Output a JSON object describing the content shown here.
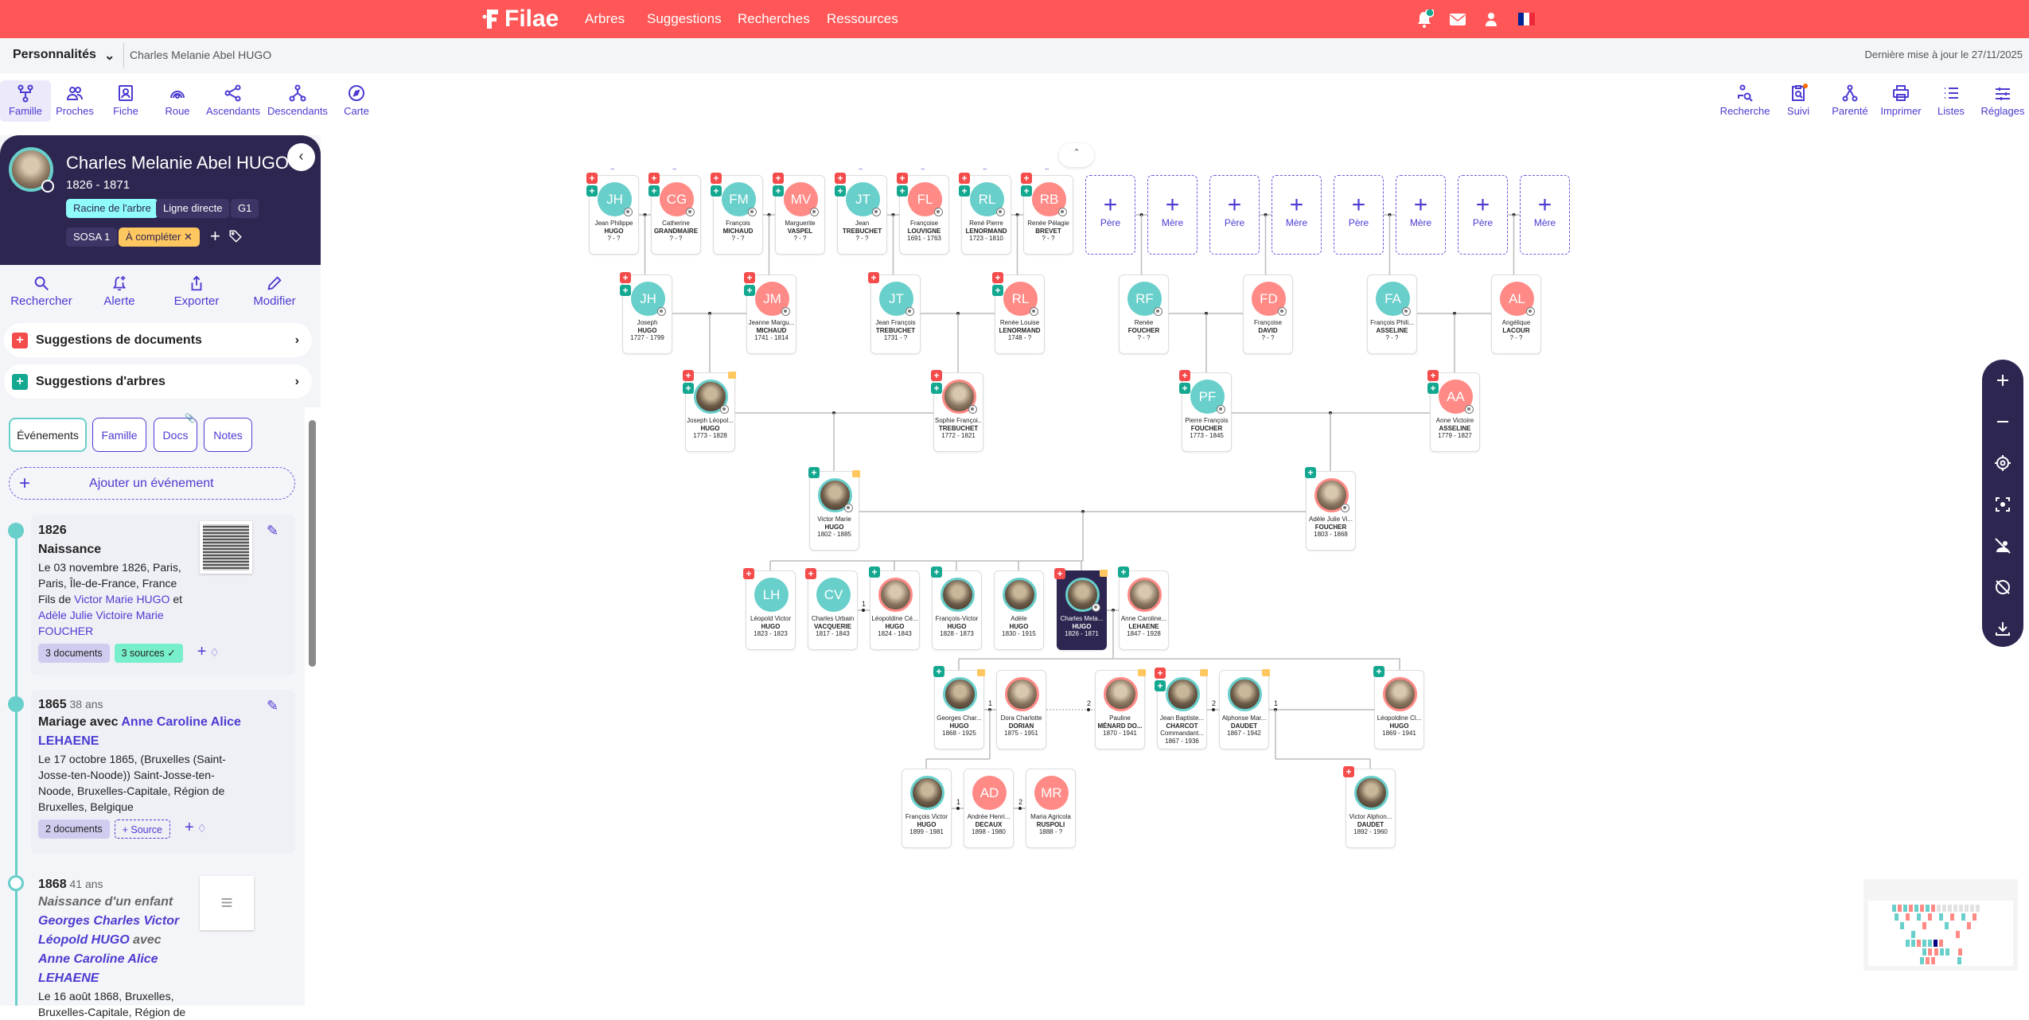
{
  "app": {
    "logo": "Filae",
    "nav": [
      "Arbres",
      "Suggestions",
      "Recherches",
      "Ressources"
    ],
    "icons": [
      "bell-icon",
      "mail-icon",
      "user-icon",
      "flag-fr-icon"
    ]
  },
  "breadcrumb": {
    "tree_name": "Personnalités",
    "person": "Charles Melanie Abel HUGO",
    "updated": "Dernière mise à jour le 27/11/2025"
  },
  "toolbar": {
    "left": [
      "Famille",
      "Proches",
      "Fiche",
      "Roue",
      "Ascendants",
      "Descendants",
      "Carte"
    ],
    "right": [
      "Recherche",
      "Suivi",
      "Parenté",
      "Imprimer",
      "Listes",
      "Réglages"
    ]
  },
  "panel": {
    "name": "Charles Melanie Abel HUGO",
    "dates": "1826 - 1871",
    "chips": [
      "Racine de l'arbre",
      "Ligne directe",
      "G1",
      "SOSA 1",
      "À compléter"
    ],
    "actions": [
      "Rechercher",
      "Alerte",
      "Exporter",
      "Modifier"
    ],
    "suggestions": [
      "Suggestions de documents",
      "Suggestions d'arbres"
    ],
    "tabs": [
      "Événements",
      "Famille",
      "Docs",
      "Notes"
    ],
    "add_event": "Ajouter un événement",
    "events": [
      {
        "year": "1826",
        "title": "Naissance",
        "place": "Le 03 novembre 1826, Paris, Paris, Île-de-France, France",
        "parents_prefix": "Fils de",
        "father": "Victor Marie HUGO",
        "and": "et",
        "mother": "Adèle Julie Victoire Marie FOUCHER",
        "docs": "3 documents",
        "sources": "3 sources"
      },
      {
        "year": "1865",
        "age": "38 ans",
        "title": "Mariage avec",
        "spouse": "Anne Caroline Alice LEHAENE",
        "place": "Le 17 octobre 1865, (Bruxelles (Saint-Josse-ten-Noode)) Saint-Josse-ten-Noode, Bruxelles-Capitale, Région de Bruxelles, Belgique",
        "docs": "2 documents",
        "source_btn": "Source"
      },
      {
        "year": "1868",
        "age": "41 ans",
        "title": "Naissance d'un enfant",
        "child": "Georges Charles Victor Léopold HUGO",
        "with": "avec",
        "spouse": "Anne Caroline Alice LEHAENE",
        "place": "Le 16 août 1868, Bruxelles, Bruxelles-Capitale, Région de"
      }
    ]
  },
  "tree": {
    "placeholders": [
      "Père",
      "Mère",
      "Père",
      "Mère",
      "Père",
      "Mère",
      "Père",
      "Mère"
    ],
    "union_labels": [
      "1",
      "1",
      "2",
      "2",
      "1",
      "1",
      "2"
    ],
    "more": "...",
    "people": [
      {
        "ini": "JH",
        "first": "Jean Philippe",
        "last": "HUGO",
        "dates": "? - ?",
        "g": "m",
        "b": "rt",
        "tg": 1
      },
      {
        "ini": "CG",
        "first": "Catherine",
        "last": "GRANDMAIRE",
        "dates": "? - ?",
        "g": "f",
        "b": "rt",
        "tg": 1
      },
      {
        "ini": "FM",
        "first": "François",
        "last": "MICHAUD",
        "dates": "? - ?",
        "g": "m",
        "b": "rt",
        "tg": 1
      },
      {
        "ini": "MV",
        "first": "Marguerite",
        "last": "VASPEL",
        "dates": "? - ?",
        "g": "f",
        "b": "rt",
        "tg": 1
      },
      {
        "ini": "JT",
        "first": "Jean",
        "last": "TREBUCHET",
        "dates": "? - ?",
        "g": "m",
        "b": "rt",
        "tg": 1
      },
      {
        "ini": "FL",
        "first": "Françoise",
        "last": "LOUVIGNE",
        "dates": "1691 - 1763",
        "g": "f",
        "b": "rt",
        "tg": 1
      },
      {
        "ini": "RL",
        "first": "René Pierre",
        "last": "LENORMAND",
        "dates": "1723 - 1810",
        "g": "m",
        "b": "rt",
        "tg": 1
      },
      {
        "ini": "RB",
        "first": "Renée Pélagie",
        "last": "BREVET",
        "dates": "? - ?",
        "g": "f",
        "b": "rt",
        "tg": 1
      },
      {
        "ini": "JH",
        "first": "Joseph",
        "last": "HUGO",
        "dates": "1727 - 1799",
        "g": "m",
        "b": "rt",
        "tg": 1
      },
      {
        "ini": "JM",
        "first": "Jeanne Margu...",
        "last": "MICHAUD",
        "dates": "1741 - 1814",
        "g": "f",
        "b": "rt",
        "tg": 1
      },
      {
        "ini": "JT",
        "first": "Jean François",
        "last": "TREBUCHET",
        "dates": "1731 - ?",
        "g": "m",
        "b": "r",
        "tg": 1
      },
      {
        "ini": "RL",
        "first": "Renée Louise",
        "last": "LENORMAND",
        "dates": "1748 - ?",
        "g": "f",
        "b": "rt",
        "tg": 1
      },
      {
        "ini": "RF",
        "first": "Renée",
        "last": "FOUCHER",
        "dates": "? - ?",
        "g": "m",
        "b": "",
        "tg": 1
      },
      {
        "ini": "FD",
        "first": "Françoise",
        "last": "DAVID",
        "dates": "? - ?",
        "g": "f",
        "b": "",
        "tg": 1
      },
      {
        "ini": "FA",
        "first": "François Phili...",
        "last": "ASSELINE",
        "dates": "? - ?",
        "g": "m",
        "b": "",
        "tg": 1
      },
      {
        "ini": "AL",
        "first": "Angélique",
        "last": "LACOUR",
        "dates": "? - ?",
        "g": "f",
        "b": "",
        "tg": 1
      },
      {
        "ini": "",
        "first": "Joseph Léopol...",
        "last": "HUGO",
        "dates": "1773 - 1828",
        "g": "m",
        "b": "rty",
        "tg": 1
      },
      {
        "ini": "",
        "first": "Sophie Françoi...",
        "last": "TREBUCHET",
        "dates": "1772 - 1821",
        "g": "f",
        "b": "rt",
        "tg": 1
      },
      {
        "ini": "PF",
        "first": "Pierre François",
        "last": "FOUCHER",
        "dates": "1773 - 1845",
        "g": "m",
        "b": "rt",
        "tg": 1
      },
      {
        "ini": "AA",
        "first": "Anne Victoire",
        "last": "ASSELINE",
        "dates": "1779 - 1827",
        "g": "f",
        "b": "rt",
        "tg": 1
      },
      {
        "ini": "",
        "first": "Victor Marie",
        "last": "HUGO",
        "dates": "1802 - 1885",
        "g": "m",
        "b": "ty",
        "tg": 1
      },
      {
        "ini": "",
        "first": "Adèle Julie Vi...",
        "last": "FOUCHER",
        "dates": "1803 - 1868",
        "g": "f",
        "b": "t",
        "tg": 1
      },
      {
        "ini": "LH",
        "first": "Léopold Victor",
        "last": "HUGO",
        "dates": "1823 - 1823",
        "g": "m",
        "b": "r",
        "tg": 0
      },
      {
        "ini": "CV",
        "first": "Charles Urbain",
        "last": "VACQUERIE",
        "dates": "1817 - 1843",
        "g": "m",
        "b": "r",
        "tg": 0
      },
      {
        "ini": "",
        "first": "Léopoldine Cé...",
        "last": "HUGO",
        "dates": "1824 - 1843",
        "g": "f",
        "b": "t",
        "tg": 0
      },
      {
        "ini": "",
        "first": "François-Victor",
        "last": "HUGO",
        "dates": "1828 - 1873",
        "g": "m",
        "b": "t",
        "tg": 0
      },
      {
        "ini": "",
        "first": "Adèle",
        "last": "HUGO",
        "dates": "1830 - 1915",
        "g": "m",
        "b": "",
        "tg": 0
      },
      {
        "ini": "",
        "first": "Charles Mela...",
        "last": "HUGO",
        "dates": "1826 - 1871",
        "g": "m",
        "b": "ry",
        "tg": 1,
        "sel": 1
      },
      {
        "ini": "",
        "first": "Anne Caroline...",
        "last": "LEHAENE",
        "dates": "1847 - 1928",
        "g": "f",
        "b": "t",
        "tg": 0
      },
      {
        "ini": "",
        "first": "Georges Char...",
        "last": "HUGO",
        "dates": "1868 - 1925",
        "g": "m",
        "b": "ty",
        "tg": 0
      },
      {
        "ini": "",
        "first": "Dora Charlotte",
        "last": "DORIAN",
        "dates": "1875 - 1951",
        "g": "f",
        "b": "",
        "tg": 0
      },
      {
        "ini": "",
        "first": "Pauline",
        "last": "MÉNARD DO...",
        "dates": "1870 - 1941",
        "g": "f",
        "b": "y",
        "tg": 0
      },
      {
        "ini": "",
        "first": "Jean Baptiste...",
        "last": "CHARCOT",
        "extra": "Commandant...",
        "dates": "1867 - 1936",
        "g": "m",
        "b": "rty",
        "tg": 0
      },
      {
        "ini": "",
        "first": "Alphonse Mar...",
        "last": "DAUDET",
        "dates": "1867 - 1942",
        "g": "m",
        "b": "y",
        "tg": 0
      },
      {
        "ini": "",
        "first": "Léopoldine Cl...",
        "last": "HUGO",
        "dates": "1869 - 1941",
        "g": "f",
        "b": "t",
        "tg": 0
      },
      {
        "ini": "",
        "first": "François Victor",
        "last": "HUGO",
        "dates": "1899 - 1981",
        "g": "m",
        "b": "",
        "tg": 0
      },
      {
        "ini": "AD",
        "first": "Andrée Henri...",
        "last": "DECAUX",
        "dates": "1898 - 1980",
        "g": "f",
        "b": "",
        "tg": 0
      },
      {
        "ini": "MR",
        "first": "Maria Agricola",
        "last": "RUSPOLI",
        "dates": "1888 - ?",
        "g": "f",
        "b": "",
        "tg": 0
      },
      {
        "ini": "",
        "first": "Victor Alphon...",
        "last": "DAUDET",
        "dates": "1892 - 1960",
        "g": "m",
        "b": "r",
        "tg": 0
      }
    ]
  },
  "controls": [
    "zoom-in-icon",
    "zoom-out-icon",
    "center-icon",
    "focus-icon",
    "hide-people-icon",
    "hide-colors-icon",
    "download-icon"
  ],
  "colors": {
    "brand": "#FF5757",
    "accent": "#4B3BD1",
    "navy": "#2D2650",
    "male": "#68CFCB",
    "female": "#FF8A86"
  }
}
